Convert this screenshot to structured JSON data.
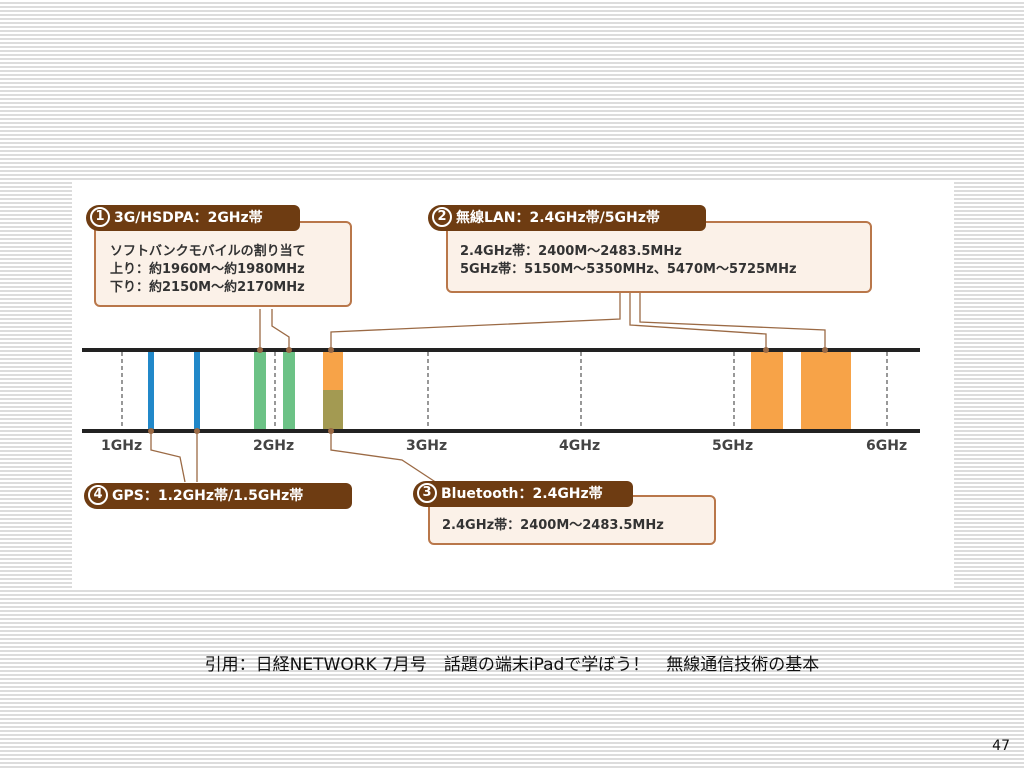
{
  "callout_1": {
    "number": "1",
    "title": "3G/HSDPA：2GHz帯",
    "lines": [
      "ソフトバンクモバイルの割り当て",
      "上り：約1960M～約1980MHz",
      "下り：約2150M～約2170MHz"
    ]
  },
  "callout_2": {
    "number": "2",
    "title": "無線LAN：2.4GHz帯/5GHz帯",
    "lines": [
      "2.4GHz帯：2400M～2483.5MHz",
      "5GHz帯：5150M～5350MHz、5470M～5725MHz"
    ]
  },
  "callout_3": {
    "number": "3",
    "title": "Bluetooth：2.4GHz帯",
    "lines": [
      "2.4GHz帯：2400M～2483.5MHz"
    ]
  },
  "callout_4": {
    "number": "4",
    "title": "GPS：1.2GHz帯/1.5GHz帯"
  },
  "axis_labels": [
    "1GHz",
    "2GHz",
    "3GHz",
    "4GHz",
    "5GHz",
    "6GHz"
  ],
  "colors": {
    "gps": "#2188c9",
    "hsdpa": "#6cc286",
    "wlan": "#f7a348",
    "bluetooth": "#a39a52",
    "callout_tab": "#6e3c12",
    "callout_border": "#b9774a"
  },
  "citation": "引用：日経NETWORK 7月号　話題の端末iPadで学ぼう！　無線通信技術の基本",
  "page_number": "47"
}
